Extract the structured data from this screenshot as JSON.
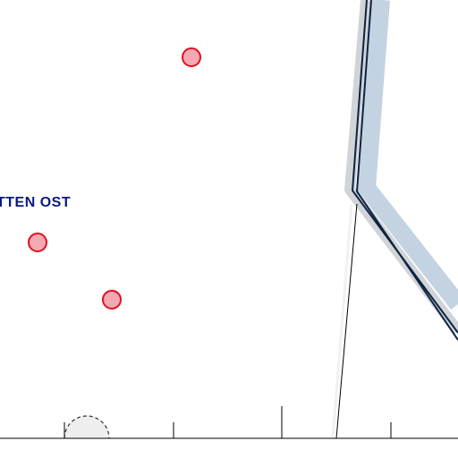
{
  "map": {
    "area_label": "TTEN OST",
    "colors": {
      "background": "#ffffff",
      "label": "#0a1a80",
      "marker_fill": "#f4a9b4",
      "marker_stroke": "#e0101c",
      "route_band": "#c3d3e2",
      "route_shadow": "#9aa0a6",
      "route_line": "#0d2340",
      "thin_line": "#000000",
      "timeline": "#000000"
    },
    "markers": [
      {
        "id": "marker-1"
      },
      {
        "id": "marker-2"
      },
      {
        "id": "marker-3"
      }
    ],
    "icons": {
      "point_marker": "circle-marker-icon",
      "start_marker": "dashed-semicircle-icon"
    }
  }
}
